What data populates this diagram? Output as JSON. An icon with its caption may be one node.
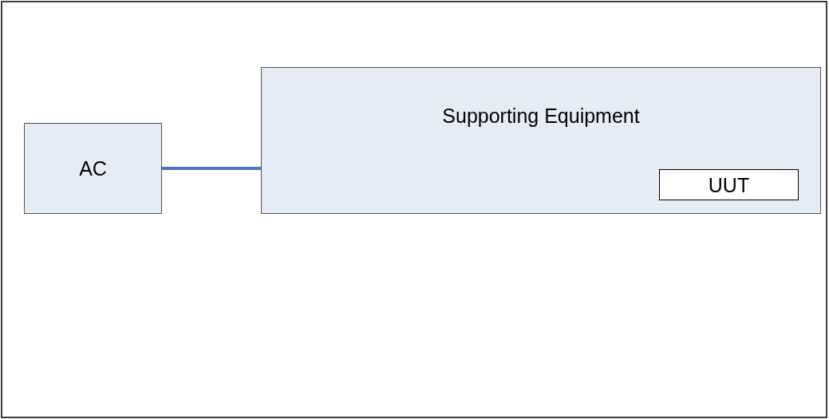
{
  "diagram": {
    "nodes": [
      {
        "text": [
          "AC"
        ]
      },
      {
        "text": [
          "Supporting Equipment"
        ]
      },
      {
        "text": [
          "UUT"
        ],
        "in": 1
      }
    ],
    "edges": [
      {
        "from": 0,
        "to": 1,
        "arrow": "none"
      }
    ]
  }
}
